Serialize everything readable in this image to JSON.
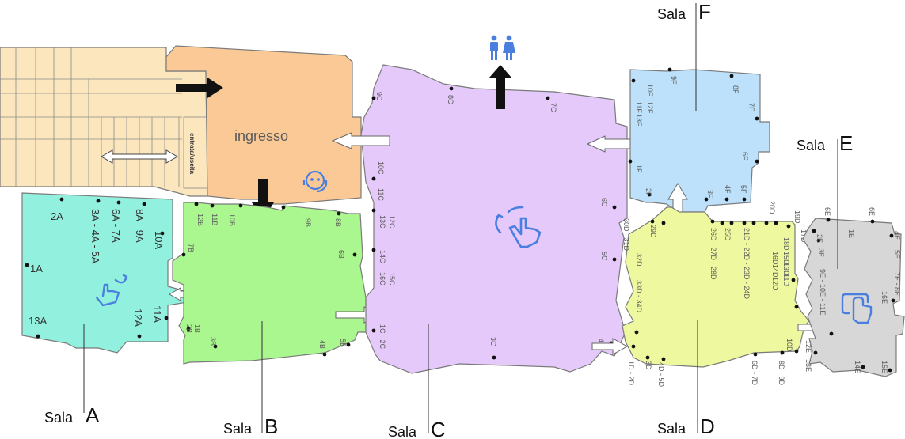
{
  "labels": {
    "ingresso": "ingresso",
    "entrata_uscita": "entrata/uscita"
  },
  "rooms": {
    "A": {
      "prefix": "Sala",
      "letter": "A",
      "stations": [
        "2A",
        "3A - 4A - 5A",
        "6A - 7A",
        "8A - 9A",
        "10A",
        "1A",
        "11A",
        "12A",
        "13A"
      ]
    },
    "B": {
      "prefix": "Sala",
      "letter": "B",
      "stations": [
        "12B",
        "11B",
        "10B",
        "9B",
        "8B",
        "7B",
        "6B",
        "1B",
        "2B",
        "3B",
        "4B",
        "5B"
      ]
    },
    "C": {
      "prefix": "Sala",
      "letter": "C",
      "stations": [
        "9C",
        "8C",
        "7C",
        "10C",
        "11C",
        "12C",
        "13C",
        "14C",
        "15C",
        "16C",
        "6C",
        "5C",
        "1C - 2C",
        "3C",
        "4C"
      ]
    },
    "D": {
      "prefix": "Sala",
      "letter": "D",
      "stations": [
        "20D",
        "19D",
        "17D",
        "18D",
        "15D",
        "13D",
        "11D",
        "16D",
        "14D",
        "12D",
        "21D - 22D - 23D - 24D",
        "25D",
        "26D - 27D - 28D",
        "29D",
        "30D - 31D",
        "32D",
        "33D - 34D",
        "10D",
        "1D - 2D",
        "3D",
        "4D - 5D",
        "6D - 7D",
        "8D - 9D"
      ]
    },
    "E": {
      "prefix": "Sala",
      "letter": "E",
      "stations": [
        "6E",
        "6E",
        "1E",
        "2E",
        "3E",
        "4E",
        "5E",
        "7E - 8E",
        "9E - 10E - 11E",
        "16E",
        "12E - 13E",
        "14E",
        "15E"
      ]
    },
    "F": {
      "prefix": "Sala",
      "letter": "F",
      "stations": [
        "9F",
        "10F",
        "11F",
        "12F",
        "13F",
        "8F",
        "7F",
        "6F",
        "1F",
        "2F",
        "3F",
        "4F",
        "5F"
      ]
    }
  },
  "icons": [
    "restroom-icon",
    "info-desk-icon",
    "touch-screen-icon"
  ],
  "colors": {
    "stairs": "#fbe6bd",
    "ingresso": "#fac995",
    "sala_a": "#92f1de",
    "sala_b": "#aaf68f",
    "sala_c": "#e4c9fa",
    "sala_d": "#eef99f",
    "sala_e": "#d7d7d7",
    "sala_f": "#bde1fb",
    "icon": "#4a7fe0"
  }
}
